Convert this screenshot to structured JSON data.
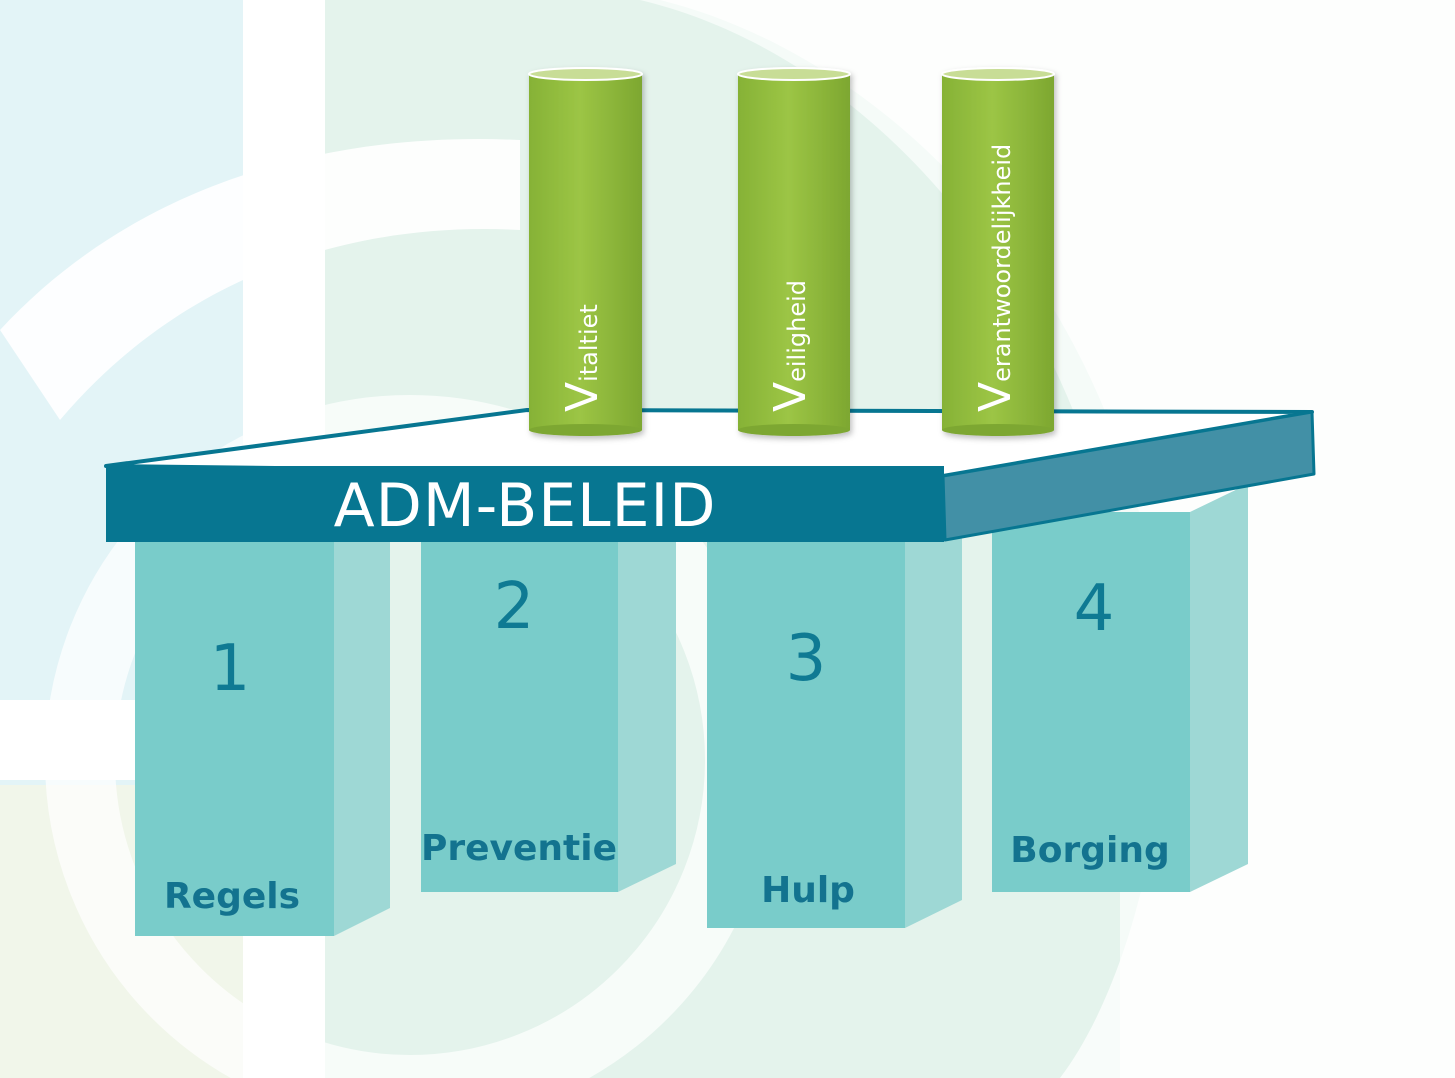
{
  "platform": {
    "title": "ADM-BELEID"
  },
  "values": [
    {
      "initial": "V",
      "rest": "italtiet"
    },
    {
      "initial": "V",
      "rest": "eiligheid"
    },
    {
      "initial": "V",
      "rest": "erantwoordelijkheid"
    }
  ],
  "pillars": [
    {
      "number": "1",
      "label": "Regels"
    },
    {
      "number": "2",
      "label": "Preventie"
    },
    {
      "number": "3",
      "label": "Hulp"
    },
    {
      "number": "4",
      "label": "Borging"
    }
  ],
  "colors": {
    "pillar_front": "#79ccca",
    "pillar_side": "#9ed8d5",
    "platform_front": "#077691",
    "platform_side": "#4290a6",
    "cylinder": "#93bd3f",
    "text_teal": "#13738f"
  }
}
